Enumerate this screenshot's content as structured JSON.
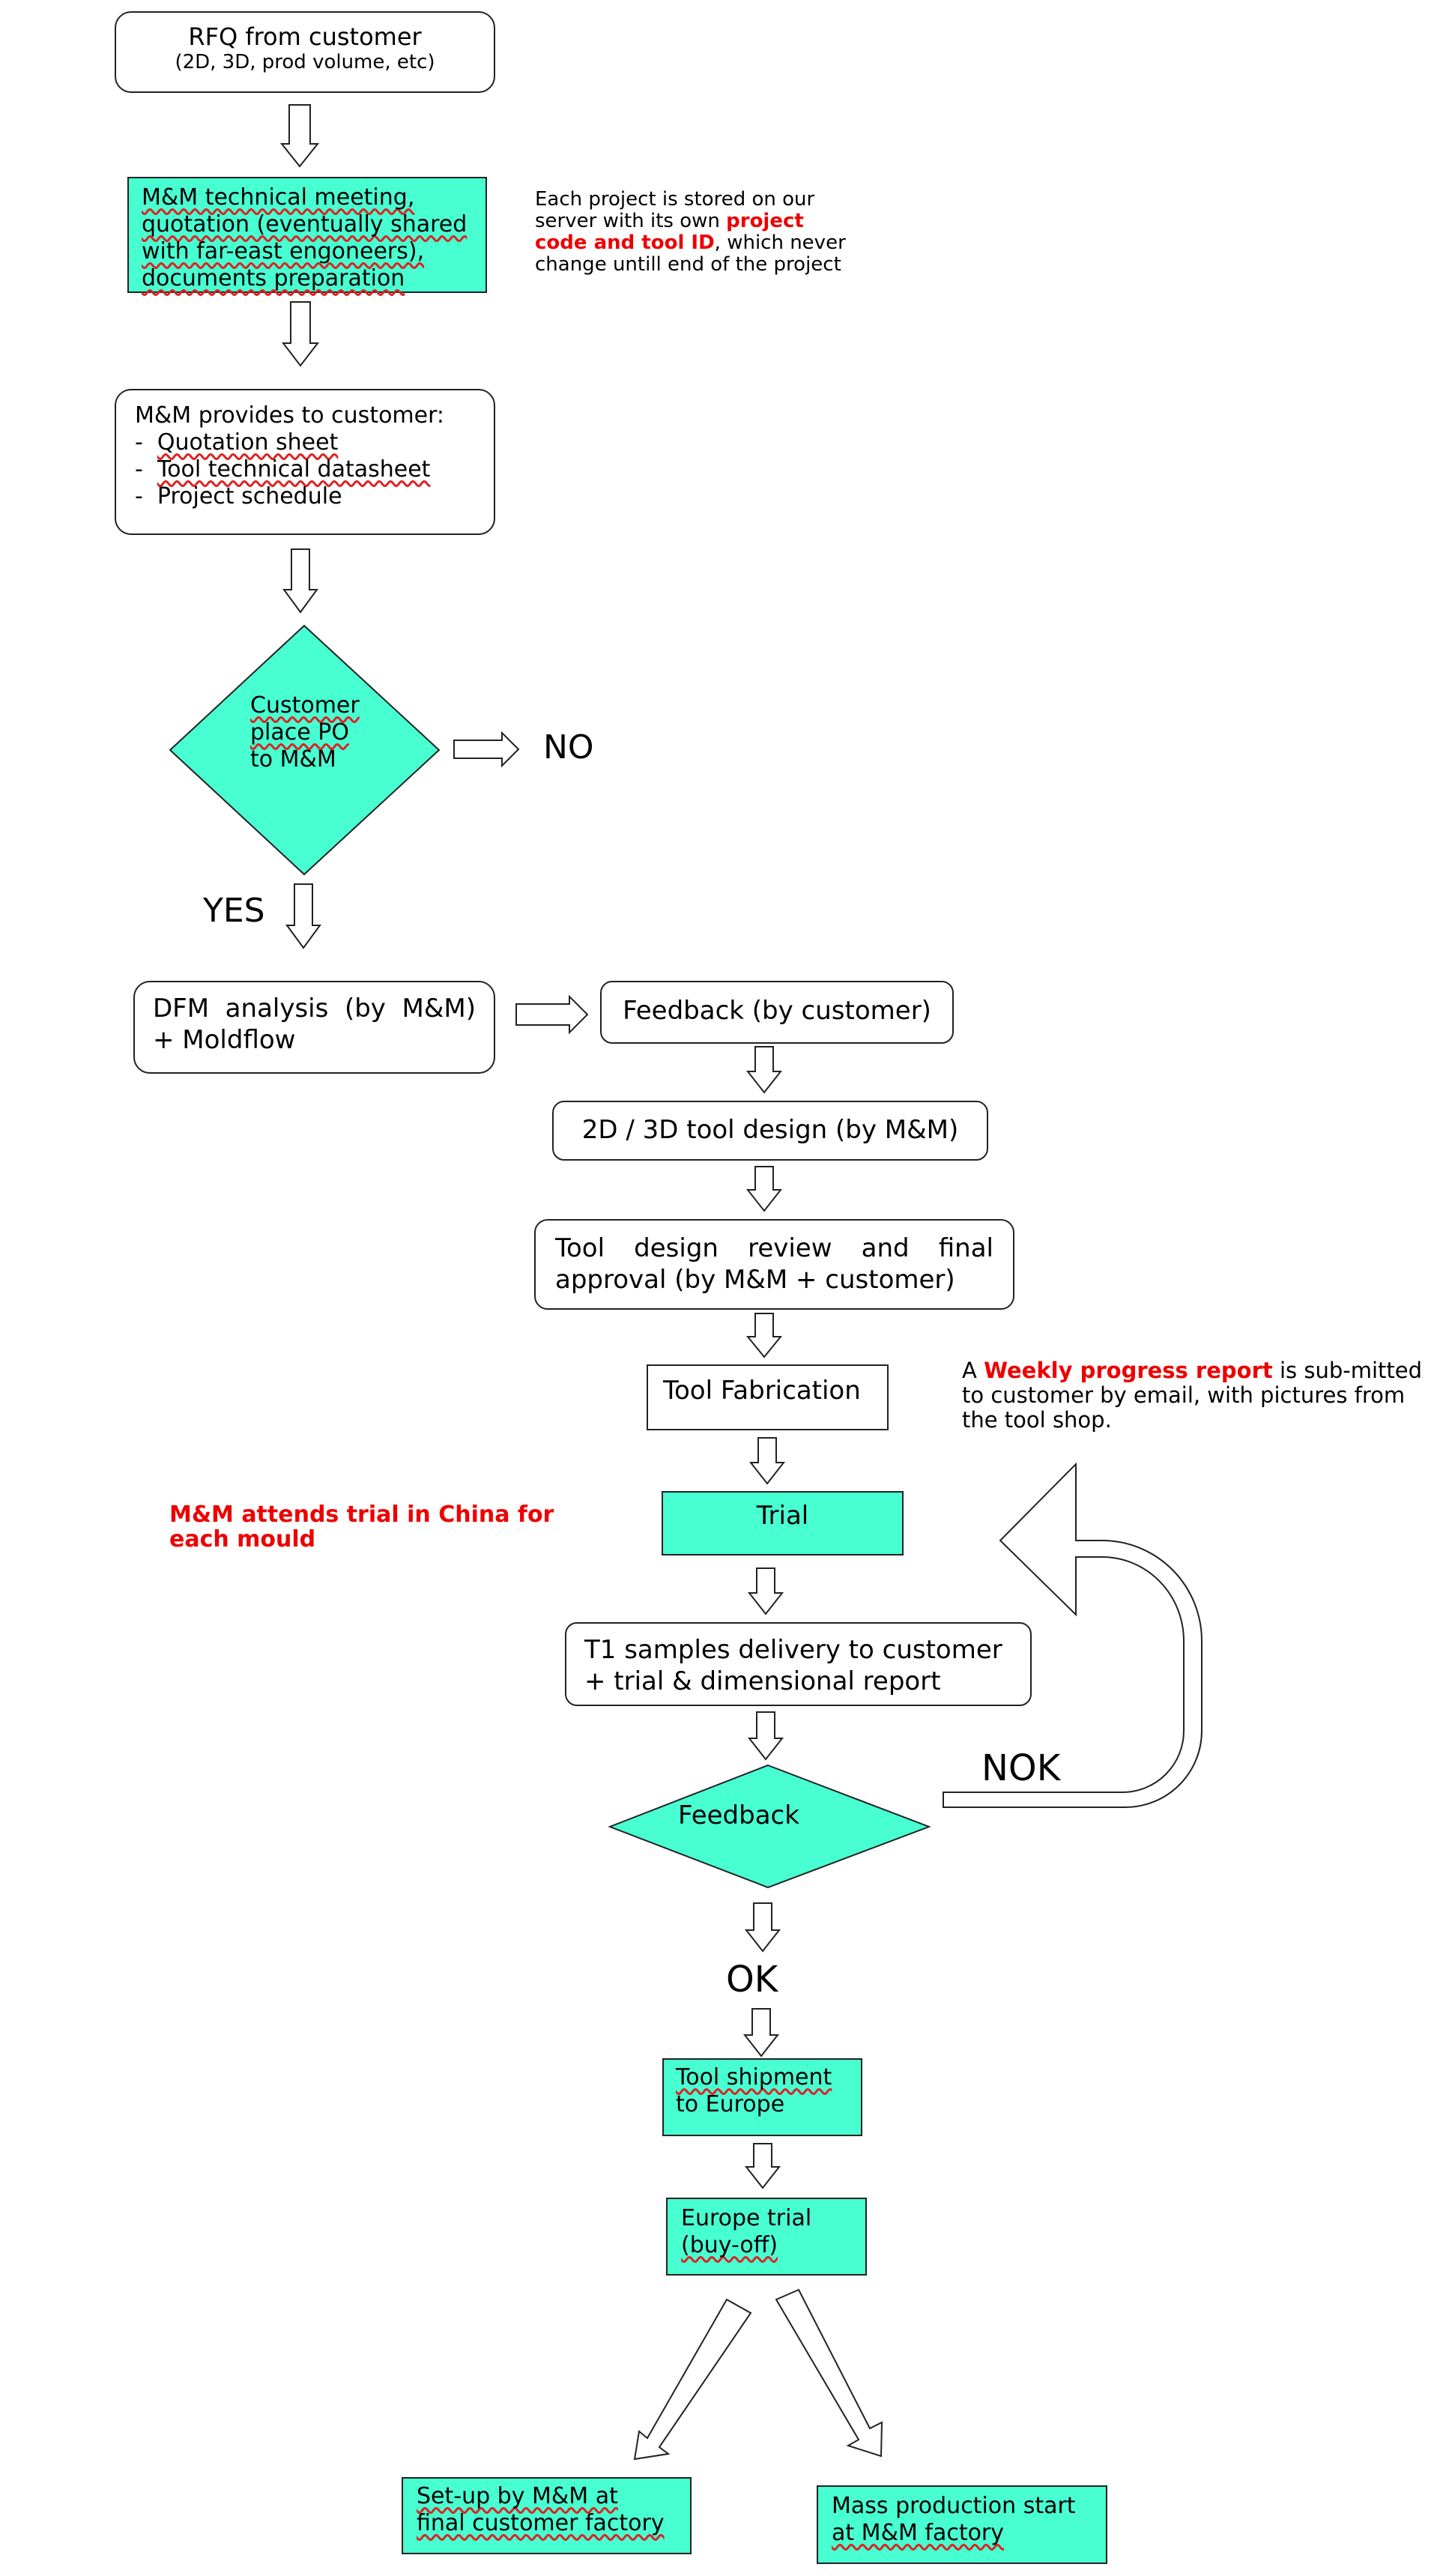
{
  "rfq": {
    "title": "RFQ from customer",
    "sub": "(2D, 3D, prod volume, etc)"
  },
  "tech_meeting": {
    "lines": [
      "M&M technical meeting,",
      "quotation (eventually shared",
      "with far-east engoneers),",
      "documents preparation"
    ]
  },
  "server_note": {
    "pre": "Each project is stored on our server with its own ",
    "highlight": "project code and tool ID",
    "post": ", which never change untill end of the project"
  },
  "provides": {
    "title": "M&M provides to customer:",
    "items": [
      "Quotation sheet",
      "Tool technical datasheet",
      "Project schedule"
    ]
  },
  "decision_po": {
    "lines": [
      "Customer",
      "place PO",
      "to M&M"
    ],
    "no": "NO",
    "yes": "YES"
  },
  "dfm": {
    "line1": "DFM analysis (by M&M)",
    "line2": "+ Moldflow"
  },
  "feedback_customer": {
    "label": "Feedback (by customer)"
  },
  "tool_design": {
    "label": "2D / 3D tool design (by M&M)"
  },
  "design_review": {
    "line1": "Tool design review and final",
    "line2": "approval (by M&M + customer)"
  },
  "fabrication": {
    "label": "Tool Fabrication"
  },
  "weekly_note": {
    "pre": "A ",
    "highlight": "Weekly progress report",
    "post": " is sub-mitted to customer by email, with pictures from the tool shop."
  },
  "china_note": {
    "text": "M&M attends trial in China for each mould"
  },
  "trial": {
    "label": "Trial"
  },
  "t1": {
    "line1": "T1 samples delivery to customer",
    "line2": "+ trial & dimensional report"
  },
  "feedback_decision": {
    "label": "Feedback",
    "nok": "NOK",
    "ok": "OK"
  },
  "shipment": {
    "lines": [
      "Tool shipment",
      "to Europe"
    ]
  },
  "europe_trial": {
    "lines": [
      "Europe trial",
      "(buy-off)"
    ]
  },
  "setup": {
    "lines": [
      "Set-up by M&M at",
      "final customer factory"
    ]
  },
  "mass": {
    "lines": [
      "Mass production start",
      "at M&M factory"
    ]
  },
  "colors": {
    "node_fill": "#48ffd2",
    "highlight_text": "#ee0000",
    "stroke": "#222222"
  }
}
